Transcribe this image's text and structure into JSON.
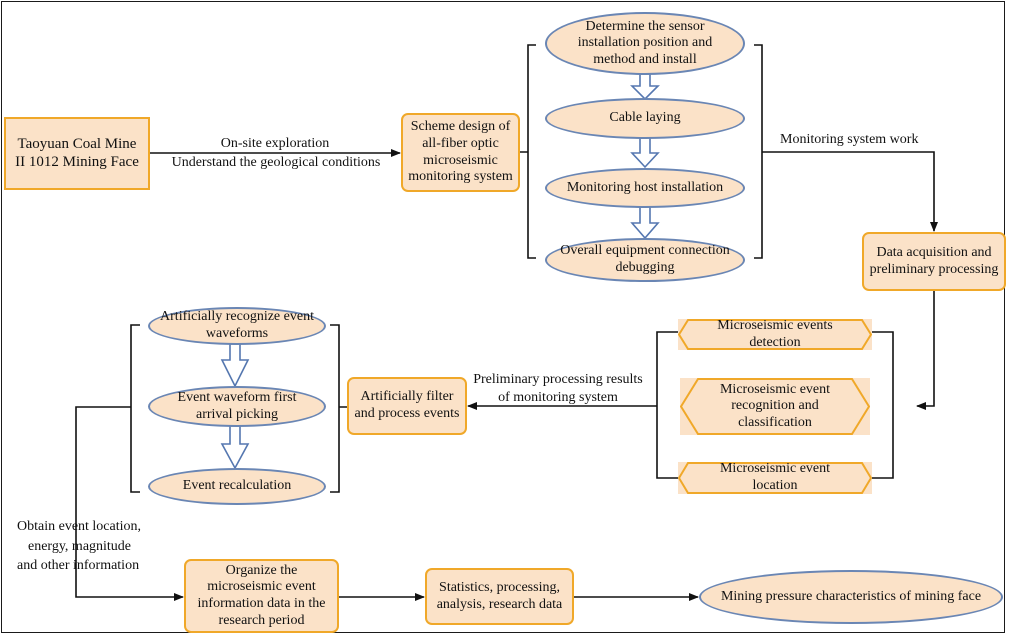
{
  "nodes": {
    "taoyuan": "Taoyuan Coal Mine II 1012 Mining Face",
    "scheme": "Scheme design of all-fiber optic microseismic monitoring system",
    "determine": "Determine the sensor installation position and method and install",
    "cable": "Cable laying",
    "host": "Monitoring host installation",
    "overall": "Overall equipment connection debugging",
    "acquisition": "Data acquisition and preliminary processing",
    "detection": "Microseismic events detection",
    "recognition": "Microseismic event recognition and classification",
    "location": "Microseismic event location",
    "filter": "Artificially filter and process events",
    "recognize_wave": "Artificially recognize event waveforms",
    "first_arrival": "Event waveform first arrival picking",
    "recalc": "Event recalculation",
    "organize": "Organize the microseismic event information data in the research period",
    "statistics": "Statistics, processing, analysis, research data",
    "characteristics": "Mining pressure characteristics of mining face"
  },
  "edges": {
    "onsite_1": "On-site exploration",
    "onsite_2": "Understand the geological conditions",
    "monitoring_work": "Monitoring system work",
    "prelim_1": "Preliminary processing results",
    "prelim_2": "of monitoring system",
    "obtain_1": "Obtain event location,",
    "obtain_2": "energy, magnitude",
    "obtain_3": "and other information"
  },
  "colors": {
    "fill": "#fbe2c8",
    "rect_border": "#f0a829",
    "ellipse_border": "#6a86b4",
    "line": "#111111"
  }
}
